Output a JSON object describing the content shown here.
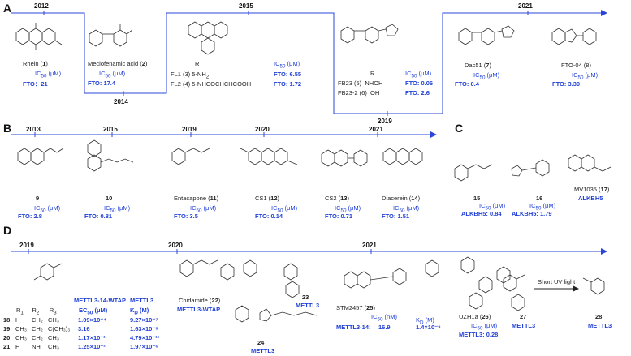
{
  "panels": {
    "A": {
      "label": "A",
      "years": [
        "2012",
        "2014",
        "2015",
        "2019",
        "2021"
      ],
      "rhein": {
        "name": "Rhein (",
        "num": "1",
        "close": ")",
        "ic": "IC",
        "ic_sub": "50",
        "unit": " (μM)",
        "val": "FTO：21"
      },
      "meclo": {
        "name": "Meclofenamic acid (",
        "num": "2",
        "close": ")",
        "ic": "IC",
        "ic_sub": "50",
        "unit": " (μM)",
        "val": "FTO: 17.4"
      },
      "fl": {
        "r": "R",
        "fl1": "FL1 (3) 5-NH",
        "fl1_sub": "2",
        "fl2": "FL2 (4) 5-NHCOCHCHCOOH",
        "ic": "IC",
        "ic_sub": "50",
        "unit": " (μM)",
        "fl1_val": "FTO: 6.55",
        "fl2_val": "FTO: 1.72"
      },
      "fb": {
        "r": "R",
        "fb23": "FB23 (5)",
        "fb23_r": "NHOH",
        "fb232": "FB23-2 (6)",
        "fb232_r": "OH",
        "ic": "IC",
        "ic_sub": "50",
        "unit": " (μM)",
        "fb23_val": "FTO: 0.06",
        "fb232_val": "FTO: 2.6"
      },
      "dac": {
        "name": "Dac51 (",
        "num": "7",
        "close": ")",
        "ic": "IC",
        "ic_sub": "50",
        "unit": " (μM)",
        "val": "FTO: 0.4"
      },
      "fto04": {
        "name": "FTO-04 (8)",
        "ic": "IC",
        "ic_sub": "50",
        "unit": " (μM)",
        "val": "FTO: 3.39"
      }
    },
    "B": {
      "label": "B",
      "years": [
        "2013",
        "2015",
        "2019",
        "2020",
        "2021"
      ],
      "c9": {
        "num": "9",
        "ic": "IC",
        "ic_sub": "50",
        "unit": " (μM)",
        "val": "FTO: 2.8"
      },
      "c10": {
        "num": "10",
        "ic": "IC",
        "ic_sub": "50",
        "unit": " (μM)",
        "val": "FTO: 0.81"
      },
      "c11": {
        "name": "Entacapone (",
        "num": "11",
        "close": ")",
        "ic": "IC",
        "ic_sub": "50",
        "unit": " (μM)",
        "val": "FTO: 3.5"
      },
      "c12": {
        "name": "CS1 (",
        "num": "12",
        "close": ")",
        "ic": "IC",
        "ic_sub": "50",
        "unit": " (μM)",
        "val": "FTO: 0.14"
      },
      "c13": {
        "name": "CS2 (",
        "num": "13",
        "close": ")",
        "ic": "IC",
        "ic_sub": "50",
        "unit": " (μM)",
        "val": "FTO: 0.71"
      },
      "c14": {
        "name": "Diacerein (",
        "num": "14",
        "close": ")",
        "ic": "IC",
        "ic_sub": "50",
        "unit": " (μM)",
        "val": "FTO: 1.51"
      }
    },
    "C": {
      "label": "C",
      "c15": {
        "num": "15",
        "ic": "IC",
        "ic_sub": "50",
        "unit": " (μM)",
        "val": "ALKBH5:  0.84"
      },
      "c16": {
        "num": "16",
        "ic": "IC",
        "ic_sub": "50",
        "unit": " (μM)",
        "val": "ALKBH5:  1.79"
      },
      "c17": {
        "name": "MV1035 (",
        "num": "17",
        "close": ")",
        "target": "ALKBH5"
      }
    },
    "D": {
      "label": "D",
      "years": [
        "2019",
        "2020",
        "2021"
      ],
      "table": {
        "rgroups": [
          "R",
          "R",
          "R"
        ],
        "rsubs": [
          "1",
          "2",
          "3"
        ],
        "head_ec": "METTL3-14-WTAP",
        "head_kd": "METTL3",
        "ec": "EC",
        "ec_sub": "50",
        "ec_unit": "  (μM)",
        "kd": "K",
        "kd_sub": "D",
        "kd_unit": " (M)",
        "rows": [
          {
            "id": "18",
            "r1": "H",
            "r2": "CH₂",
            "r3": "CH₃",
            "ec": "1.09×10⁻⁴",
            "kd": "9.27×10⁻⁷"
          },
          {
            "id": "19",
            "r1": "CH₃",
            "r2": "CH₂",
            "r3": "C(CH₃)₃",
            "ec": "3.16",
            "kd": "1.63×10⁻⁵"
          },
          {
            "id": "20",
            "r1": "CH₃",
            "r2": "CH₂",
            "r3": "CH₃",
            "ec": "1.17×10⁻¹",
            "kd": "4.79×10⁻¹¹"
          },
          {
            "id": "21",
            "r1": "H",
            "r2": "NH",
            "r3": "CH₃",
            "ec": "1.25×10⁻²",
            "kd": "1.97×10⁻⁶"
          }
        ]
      },
      "c22": {
        "name": "Chidamide (",
        "num": "22",
        "close": ")",
        "target": "METTL3-WTAP"
      },
      "c23": {
        "num": "23",
        "target": "METTL3"
      },
      "c24": {
        "num": "24",
        "target": "METTL3"
      },
      "c25": {
        "name": "STM2457 (",
        "num": "25",
        "close": ")",
        "ic": "IC",
        "ic_sub": "50",
        "unit": " (nM)",
        "kd": "K",
        "kd_sub": "D",
        "kd_unit": " (M)",
        "target": "METTL3-14:",
        "val": "16.9",
        "kdval": "1.4×10⁻⁹"
      },
      "c26": {
        "name": "UZH1a (",
        "num": "26",
        "close": ")",
        "ic": "IC",
        "ic_sub": "50",
        "unit": " (μM)",
        "val": "METTL3: 0.28"
      },
      "c27": {
        "num": "27",
        "target": "METTL3"
      },
      "c28": {
        "num": "28",
        "target": "METTL3"
      },
      "uv": "Short UV light"
    }
  },
  "colors": {
    "accent": "#2b45d8"
  }
}
